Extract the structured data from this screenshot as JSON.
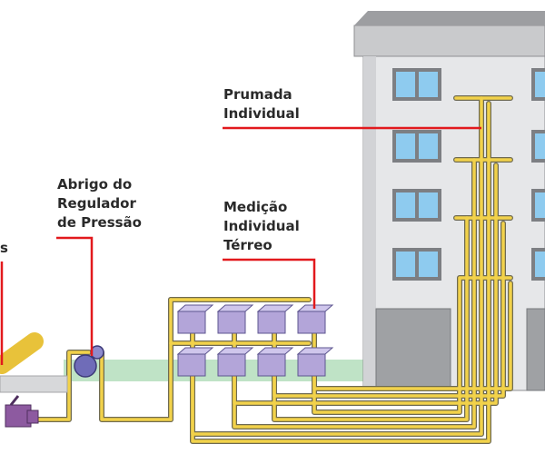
{
  "labels": {
    "prumada": [
      "Prumada",
      "Individual"
    ],
    "abrigo": [
      "Abrigo do",
      "Regulador",
      "de Pressão"
    ],
    "medicao": [
      "Medição",
      "Individual",
      "Térreo"
    ],
    "partial_left": "s"
  },
  "colors": {
    "pipe": "#f2d24a",
    "pipe_outline": "#6e6a52",
    "leader": "#e2191d",
    "building_wall": "#e6e7e9",
    "building_roof": "#c9cacc",
    "window_glass": "#8ecbef",
    "garage_door": "#9fa1a4",
    "ground": "#bfe3c6",
    "meter_box": "#b3a5d9",
    "regulator": "#6f6cb8",
    "valve": "#8d5aa0"
  }
}
